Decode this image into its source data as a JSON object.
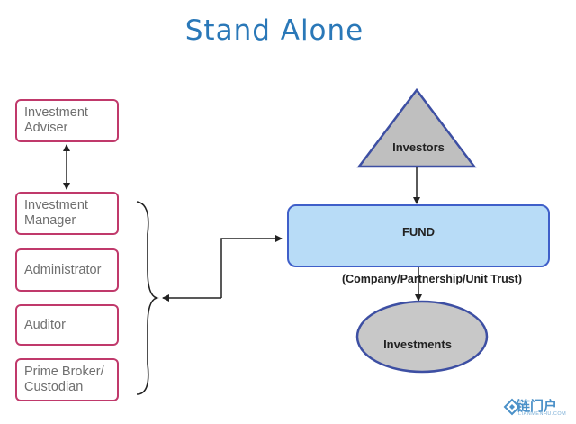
{
  "title": "Stand Alone",
  "roles": {
    "investment_adviser": "Investment\nAdviser",
    "investment_manager": "Investment\nManager",
    "administrator": "Administrator",
    "auditor": "Auditor",
    "prime_broker": "Prime Broker/\nCustodian"
  },
  "investors": "Investors",
  "fund": "FUND",
  "fund_subtitle": "(Company/Partnership/Unit Trust)",
  "investments": "Investments",
  "watermark": {
    "name": "链门户",
    "sub": "LIANMENHU.COM"
  },
  "colors": {
    "title": "#2a78b8",
    "role_border": "#c0396b",
    "triangle_fill": "#bfbfbf",
    "triangle_stroke": "#3d4fa3",
    "fund_fill": "#b8dcf7",
    "fund_stroke": "#3f5fc9",
    "ellipse_fill": "#c8c8c8",
    "ellipse_stroke": "#3d4fa3"
  }
}
